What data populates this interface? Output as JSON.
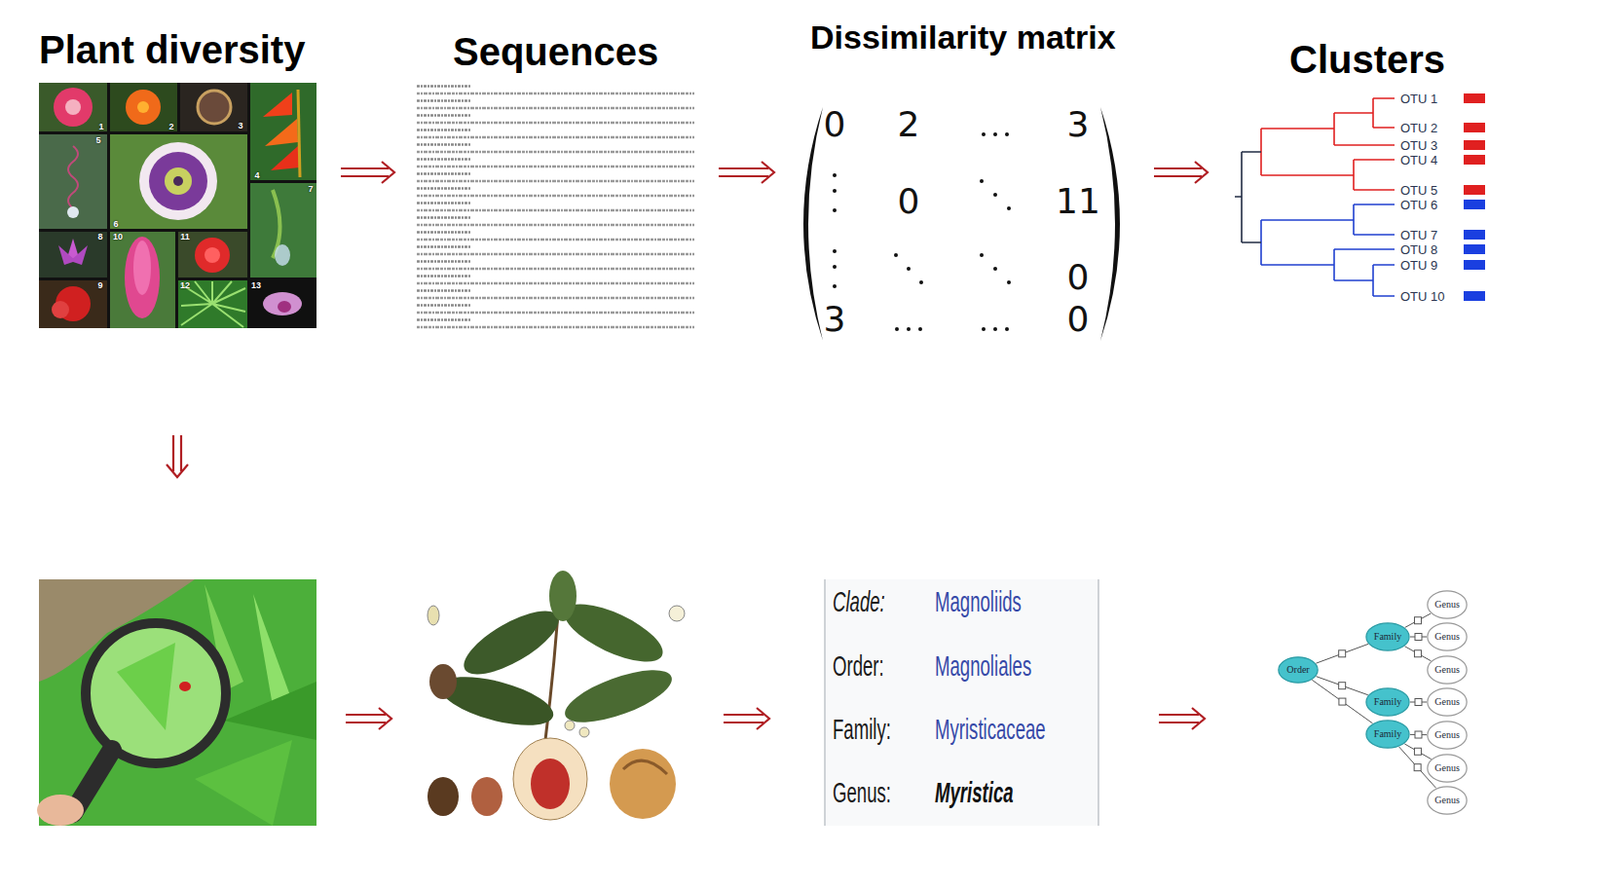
{
  "diagram": {
    "nodes": [
      {
        "text": [
          "Plant diversity"
        ]
      },
      {
        "text": [
          "Sequences"
        ]
      },
      {
        "text": [
          "Dissimilarity matrix"
        ]
      },
      {
        "text": [
          "Clusters"
        ]
      },
      {
        "text": [
          "Order"
        ]
      },
      {
        "text": [
          "Family"
        ]
      },
      {
        "text": [
          "Family"
        ]
      },
      {
        "text": [
          "Family"
        ]
      },
      {
        "text": [
          "Genus"
        ]
      },
      {
        "text": [
          "Genus"
        ]
      },
      {
        "text": [
          "Genus"
        ]
      },
      {
        "text": [
          "Genus"
        ]
      },
      {
        "text": [
          "Genus"
        ]
      },
      {
        "text": [
          "Genus"
        ]
      },
      {
        "text": [
          "Genus"
        ]
      }
    ],
    "edges": [
      {
        "from": 0,
        "to": 1,
        "arrow": "to"
      },
      {
        "from": 1,
        "to": 2,
        "arrow": "to"
      },
      {
        "from": 2,
        "to": 3,
        "arrow": "to"
      },
      {
        "from": 4,
        "to": 5,
        "arrow": "none"
      },
      {
        "from": 4,
        "to": 6,
        "arrow": "none"
      },
      {
        "from": 4,
        "to": 7,
        "arrow": "none"
      },
      {
        "from": 5,
        "to": 8,
        "arrow": "none"
      },
      {
        "from": 5,
        "to": 9,
        "arrow": "none"
      },
      {
        "from": 5,
        "to": 10,
        "arrow": "none"
      },
      {
        "from": 6,
        "to": 11,
        "arrow": "none"
      },
      {
        "from": 7,
        "to": 12,
        "arrow": "none"
      },
      {
        "from": 7,
        "to": 13,
        "arrow": "none"
      },
      {
        "from": 7,
        "to": 14,
        "arrow": "none"
      }
    ],
    "labels": [
      "1",
      "2",
      "3",
      "4",
      "5",
      "6",
      "7",
      "8",
      "9",
      "10",
      "11",
      "12",
      "13",
      "0",
      "2",
      "3",
      "0",
      "11",
      "0",
      "3",
      "0",
      "OTU 1",
      "OTU 2",
      "OTU 3",
      "OTU 4",
      "OTU 5",
      "OTU 6",
      "OTU 7",
      "OTU 8",
      "OTU 9",
      "OTU 10",
      "Clade:",
      "Magnoliids",
      "Order:",
      "Magnoliales",
      "Family:",
      "Myristicaceae",
      "Genus:",
      "Myristica"
    ]
  }
}
